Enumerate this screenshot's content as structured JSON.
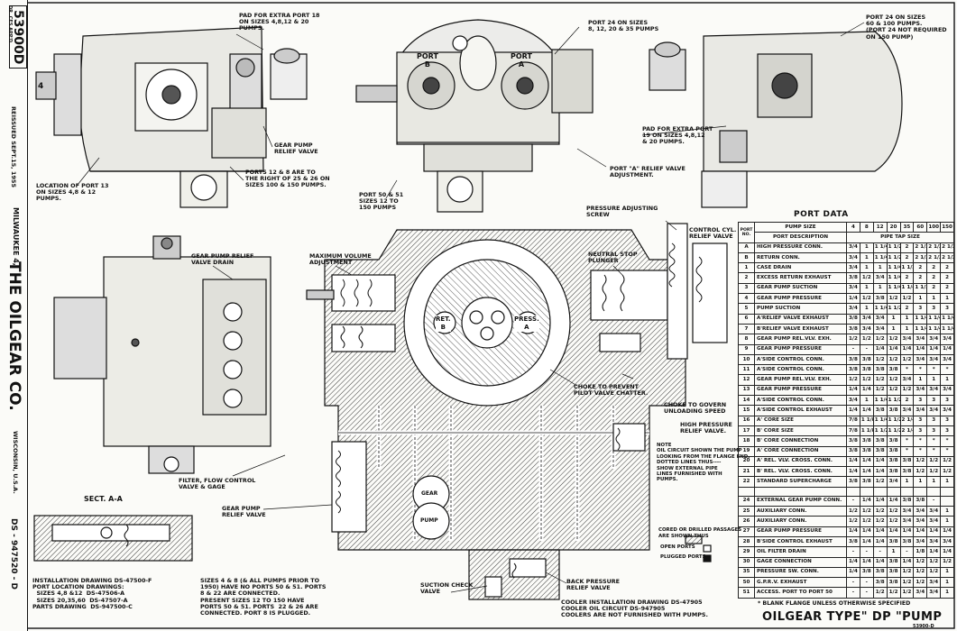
{
  "sheet": {
    "number": "53900D",
    "date_checked": "DR. CES\nAPP'D",
    "reissued": "REISSUED SEPT.15, 1955",
    "company": "THE OILGEAR CO.",
    "city": "MILWAUKEE 4,",
    "state": "WISCONSIN, U.S.A.",
    "drawing_number": "DS - 947520 - D"
  },
  "annotations": {
    "pad18": "PAD FOR EXTRA PORT 18\nON SIZES 4,8,12 & 20\nPUMPS.",
    "gear_relief_top": "GEAR PUMP\nRELIEF VALVE",
    "port13": "LOCATION OF PORT 13\nON SIZES 4,8 & 12\nPUMPS.",
    "ports12_8": "PORTS 12 & 8 ARE TO\nTHE RIGHT OF 25 & 26 ON\nSIZES 100 & 150 PUMPS.",
    "port24_small": "PORT 24 ON SIZES\n8, 12, 20 & 35 PUMPS",
    "port24_large": "PORT 24 ON SIZES\n60 & 100 PUMPS.\n(PORT 24 NOT REQUIRED\nON 150 PUMP)",
    "pad19": "PAD FOR EXTRA PORT\n19 ON SIZES 4,8,12\n& 20 PUMPS.",
    "port_a_relief": "PORT \"A\" RELIEF VALVE\nADJUSTMENT.",
    "port50_51": "PORT 50 & 51\nSIZES 12 TO\n150 PUMPS",
    "pressure_adj": "PRESSURE ADJUSTING\nSCREW",
    "control_cyl": "CONTROL CYL.\nRELIEF VALVE",
    "max_volume": "MAXIMUM VOLUME\nADJUSTMENT",
    "gear_relief_drain": "GEAR PUMP RELIEF\nVALVE DRAIN",
    "neutral_stop": "NEUTRAL STOP\nPLUNGER",
    "choke_pilot": "CHOKE TO PREVENT\nPILOT VALVE CHATTER.",
    "choke_govern": "CHOKE TO GOVERN\nUNLOADING SPEED",
    "hp_relief": "HIGH PRESSURE\nRELIEF VALVE.",
    "note": "NOTE\nOIL CIRCUIT SHOWN THE PUMP\nLOOKING FROM THE FLANGE END.\nDOTTED LINES THUS----\nSHOW EXTERNAL PIPE\nLINES FURNISHED WITH\nPUMPS.",
    "filter": "FILTER, FLOW CONTROL\nVALVE & GAGE",
    "sect_aa": "SECT. A-A",
    "gear_relief_sect": "GEAR PUMP\nRELIEF VALVE",
    "cored": "CORED OR DRILLED PASSAGES\nARE SHOWN THUS",
    "open_ports": "OPEN PORTS",
    "plugged_ports": "PLUGGED PORTS",
    "install": "INSTALLATION DRAWING DS-47500-F\nPORT LOCATION DRAWINGS:\n  SIZES 4,8 &12  DS-47506-A\n  SIZES 20,35,60  DS-47507-A\nPARTS DRAWING  DS-947500-C",
    "sizes_note": "SIZES 4 & 8 (& ALL PUMPS PRIOR TO\n1950) HAVE NO PORTS 50 & 51. PORTS\n8 & 22 ARE CONNECTED.\nPRESENT SIZES 12 TO 150 HAVE\nPORTS 50 & 51. PORTS  22 & 26 ARE\nCONNECTED. PORT 8 IS PLUGGED.",
    "suction_check": "SUCTION CHECK\nVALVE",
    "back_pressure": "BACK PRESSURE\nRELIEF VALVE",
    "cooler": "COOLER INSTALLATION DRAWING DS-47905\nCOOLER OIL CIRCUIT DS-947905\nCOOLERS ARE NOT FURNISHED WITH PUMPS.",
    "port_a": "PORT\nA",
    "port_b": "PORT\nB",
    "ret_b": "RET.\nB",
    "press_a": "PRESS.\nA",
    "gear": "GEAR",
    "pump": "PUMP"
  },
  "port_data": {
    "title": "PORT DATA",
    "h_port_no": "PORT\nNO.",
    "h_pump_size": "PUMP SIZE",
    "h_port_desc": "PORT DESCRIPTION",
    "h_pipe_tap": "PIPE TAP SIZE",
    "sizes": [
      "4",
      "8",
      "12",
      "20",
      "35",
      "60",
      "100",
      "150"
    ],
    "rows": [
      [
        "A",
        "HIGH PRESSURE CONN.",
        "3/4",
        "1",
        "1 1/4",
        "1 1/2",
        "2",
        "2 1/2",
        "2 1/2",
        "2 1/2"
      ],
      [
        "B",
        "RETURN CONN.",
        "3/4",
        "1",
        "1 1/4",
        "1 1/2",
        "2",
        "2 1/2",
        "2 1/2",
        "2 1/2"
      ],
      [
        "1",
        "CASE DRAIN",
        "3/4",
        "1",
        "1",
        "1 1/4",
        "1 1/2",
        "2",
        "2",
        "2"
      ],
      [
        "2",
        "EXCESS RETURN EXHAUST",
        "3/8",
        "1/2",
        "3/4",
        "1 1/4",
        "2",
        "2",
        "2",
        "2"
      ],
      [
        "3",
        "GEAR PUMP SUCTION",
        "3/4",
        "1",
        "1",
        "1 1/4",
        "1 1/4",
        "1 1/2",
        "2",
        "2"
      ],
      [
        "4",
        "GEAR PUMP PRESSURE",
        "1/4",
        "1/2",
        "3/8",
        "1/2",
        "1/2",
        "1",
        "1",
        "1"
      ],
      [
        "5",
        "PUMP SUCTION",
        "3/4",
        "1",
        "1 1/4",
        "1 1/2",
        "2",
        "3",
        "3",
        "3"
      ],
      [
        "6",
        "A'RELIEF VALVE EXHAUST",
        "3/8",
        "3/4",
        "3/4",
        "1",
        "1",
        "1 1/4",
        "1 1/4",
        "1 1/4"
      ],
      [
        "7",
        "B'RELIEF VALVE EXHAUST",
        "3/8",
        "3/4",
        "3/4",
        "1",
        "1",
        "1 1/4",
        "1 1/4",
        "1 1/4"
      ],
      [
        "8",
        "GEAR PUMP REL.VLV. EXH.",
        "1/2",
        "1/2",
        "1/2",
        "1/2",
        "3/4",
        "3/4",
        "3/4",
        "3/4"
      ],
      [
        "9",
        "GEAR PUMP PRESSURE",
        "-",
        "-",
        "1/4",
        "1/4",
        "1/4",
        "1/4",
        "1/4",
        "1/4"
      ],
      [
        "10",
        "A'SIDE CONTROL CONN.",
        "3/8",
        "3/8",
        "1/2",
        "1/2",
        "1/2",
        "3/4",
        "3/4",
        "3/4"
      ],
      [
        "11",
        "A'SIDE CONTROL CONN.",
        "3/8",
        "3/8",
        "3/8",
        "3/8",
        "*",
        "*",
        "*",
        "*"
      ],
      [
        "12",
        "GEAR PUMP REL.VLV. EXH.",
        "1/2",
        "1/2",
        "1/2",
        "1/2",
        "3/4",
        "1",
        "1",
        "1"
      ],
      [
        "13",
        "GEAR PUMP PRESSURE",
        "1/4",
        "1/4",
        "1/2",
        "1/2",
        "1/2",
        "3/4",
        "3/4",
        "3/4"
      ],
      [
        "14",
        "A'SIDE CONTROL CONN.",
        "3/4",
        "1",
        "1 1/4",
        "1 1/2",
        "2",
        "3",
        "3",
        "3"
      ],
      [
        "15",
        "A'SIDE CONTROL EXHAUST",
        "1/4",
        "1/4",
        "3/8",
        "3/8",
        "3/4",
        "3/4",
        "3/4",
        "3/4"
      ],
      [
        "16",
        "A' CORE SIZE",
        "7/8",
        "1 1/8",
        "1 1/4",
        "1 1/2",
        "2 1/4",
        "3",
        "3",
        "3"
      ],
      [
        "17",
        "B' CORE SIZE",
        "7/8",
        "1 1/8",
        "1 1/2",
        "1 1/2",
        "2 1/4",
        "3",
        "3",
        "3"
      ],
      [
        "18",
        "B' CORE CONNECTION",
        "3/8",
        "3/8",
        "3/8",
        "3/8",
        "*",
        "*",
        "*",
        "*"
      ],
      [
        "19",
        "A' CORE CONNECTION",
        "3/8",
        "3/8",
        "3/8",
        "3/8",
        "*",
        "*",
        "*",
        "*"
      ],
      [
        "20",
        "A' REL. VLV. CROSS. CONN.",
        "1/4",
        "1/4",
        "1/4",
        "3/8",
        "3/8",
        "1/2",
        "1/2",
        "1/2"
      ],
      [
        "21",
        "B' REL. VLV. CROSS. CONN.",
        "1/4",
        "1/4",
        "1/4",
        "3/8",
        "3/8",
        "1/2",
        "1/2",
        "1/2"
      ],
      [
        "22",
        "STANDARD SUPERCHARGE",
        "3/8",
        "3/8",
        "1/2",
        "3/4",
        "1",
        "1",
        "1",
        "1"
      ],
      [
        "GAP",
        "",
        "",
        "",
        "",
        "",
        "",
        "",
        "",
        ""
      ],
      [
        "24",
        "EXTERNAL GEAR PUMP CONN.",
        "-",
        "1/4",
        "1/4",
        "1/4",
        "3/8",
        "3/8",
        "-",
        ""
      ],
      [
        "25",
        "AUXILIARY CONN.",
        "1/2",
        "1/2",
        "1/2",
        "1/2",
        "3/4",
        "3/4",
        "3/4",
        "1"
      ],
      [
        "26",
        "AUXILIARY CONN.",
        "1/2",
        "1/2",
        "1/2",
        "1/2",
        "3/4",
        "3/4",
        "3/4",
        "1"
      ],
      [
        "27",
        "GEAR PUMP PRESSURE",
        "1/4",
        "1/4",
        "1/4",
        "1/4",
        "1/4",
        "1/4",
        "1/4",
        "1/4"
      ],
      [
        "28",
        "B'SIDE CONTROL EXHAUST",
        "3/8",
        "1/4",
        "1/4",
        "3/8",
        "3/8",
        "3/4",
        "3/4",
        "3/4"
      ],
      [
        "29",
        "OIL FILTER DRAIN",
        "-",
        "-",
        "-",
        "1",
        "-",
        "1/8",
        "1/4",
        "1/4"
      ],
      [
        "30",
        "GAGE CONNECTION",
        "1/4",
        "1/4",
        "1/4",
        "3/8",
        "1/4",
        "1/2",
        "1/2",
        "1/2"
      ],
      [
        "35",
        "PRESSURE SW. CONN.",
        "1/4",
        "3/8",
        "3/8",
        "3/8",
        "1/2",
        "1/2",
        "1/2",
        "1"
      ],
      [
        "50",
        "G.P.R.V. EXHAUST",
        "-",
        "-",
        "3/8",
        "3/8",
        "1/2",
        "1/2",
        "3/4",
        "1"
      ],
      [
        "51",
        "ACCESS. PORT TO PORT 50",
        "-",
        "-",
        "1/2",
        "1/2",
        "1/2",
        "3/4",
        "3/4",
        "1"
      ]
    ],
    "footnote": "* BLANK FLANGE UNLESS OTHERWISE SPECIFIED",
    "title_bottom": "OILGEAR TYPE\" DP \"PUMP",
    "dwg_small": "53900-D"
  }
}
